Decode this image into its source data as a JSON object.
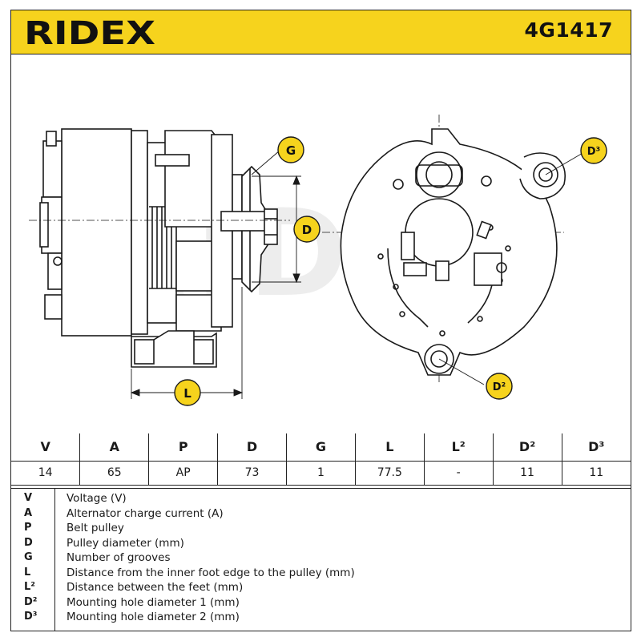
{
  "brand": "RIDEX",
  "part_number": "4G1417",
  "drawing": {
    "watermark": "RIDEX",
    "callouts": {
      "g": "G",
      "d": "D",
      "l": "L",
      "d3": "D³",
      "d2": "D²"
    }
  },
  "specs": {
    "headers": [
      "V",
      "A",
      "P",
      "D",
      "G",
      "L",
      "L²",
      "D²",
      "D³"
    ],
    "values": [
      "14",
      "65",
      "AP",
      "73",
      "1",
      "77.5",
      "-",
      "11",
      "11"
    ]
  },
  "legend": [
    {
      "key": "V",
      "desc": "Voltage (V)"
    },
    {
      "key": "A",
      "desc": "Alternator charge current (A)"
    },
    {
      "key": "P",
      "desc": "Belt pulley"
    },
    {
      "key": "D",
      "desc": "Pulley diameter (mm)"
    },
    {
      "key": "G",
      "desc": "Number of grooves"
    },
    {
      "key": "L",
      "desc": "Distance from the inner foot edge to the pulley (mm)"
    },
    {
      "key": "L²",
      "desc": "Distance between the feet (mm)"
    },
    {
      "key": "D²",
      "desc": "Mounting hole diameter 1 (mm)"
    },
    {
      "key": "D³",
      "desc": "Mounting hole diameter 2 (mm)"
    }
  ],
  "colors": {
    "header_bg": "#f6d31d",
    "callout_bg": "#f6d31d",
    "line": "#1a1a1a"
  }
}
